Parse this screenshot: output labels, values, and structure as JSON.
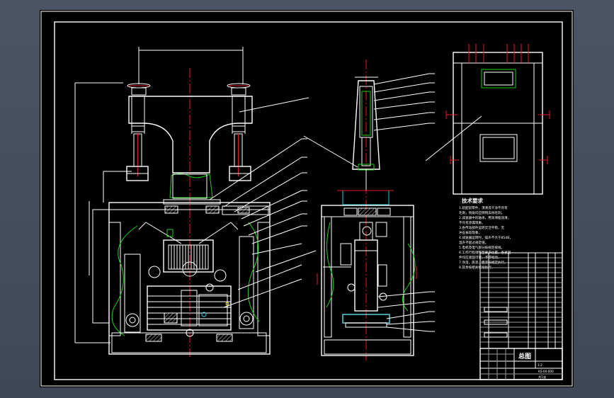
{
  "notes": {
    "heading": "技术要求",
    "lines": [
      "1.装配前零件，须清洗干净不许有",
      "  毛刺，锐角均应倒钝去除毛刺。",
      "2.减速器中的轴承，用润滑脂润滑，",
      "  不许有渗漏现象。",
      "3.各传动部件运转灵活平稳，无",
      "  冲击振动现象。",
      "4.减速器运转时，噪声不大于85dB，",
      "  温升不超过规定值。",
      "5.电机及电气部分按规定接线。",
      "6.工作行程调整至要求位置，各紧固",
      "  件均应紧固可靠，不得松动。",
      "7.涂漆，底漆，面漆按规定执行。",
      "8.其余按相关标准执行。"
    ]
  },
  "title_block": {
    "name": "总图",
    "code": "KS-00-000",
    "scale": "1:2",
    "sheet": "共1张"
  },
  "colors": {
    "sheet": "#000000",
    "outline": "#ffffff",
    "centerline": "#e8182a",
    "highlight": "#18d018",
    "detail": "#20d0e0"
  }
}
